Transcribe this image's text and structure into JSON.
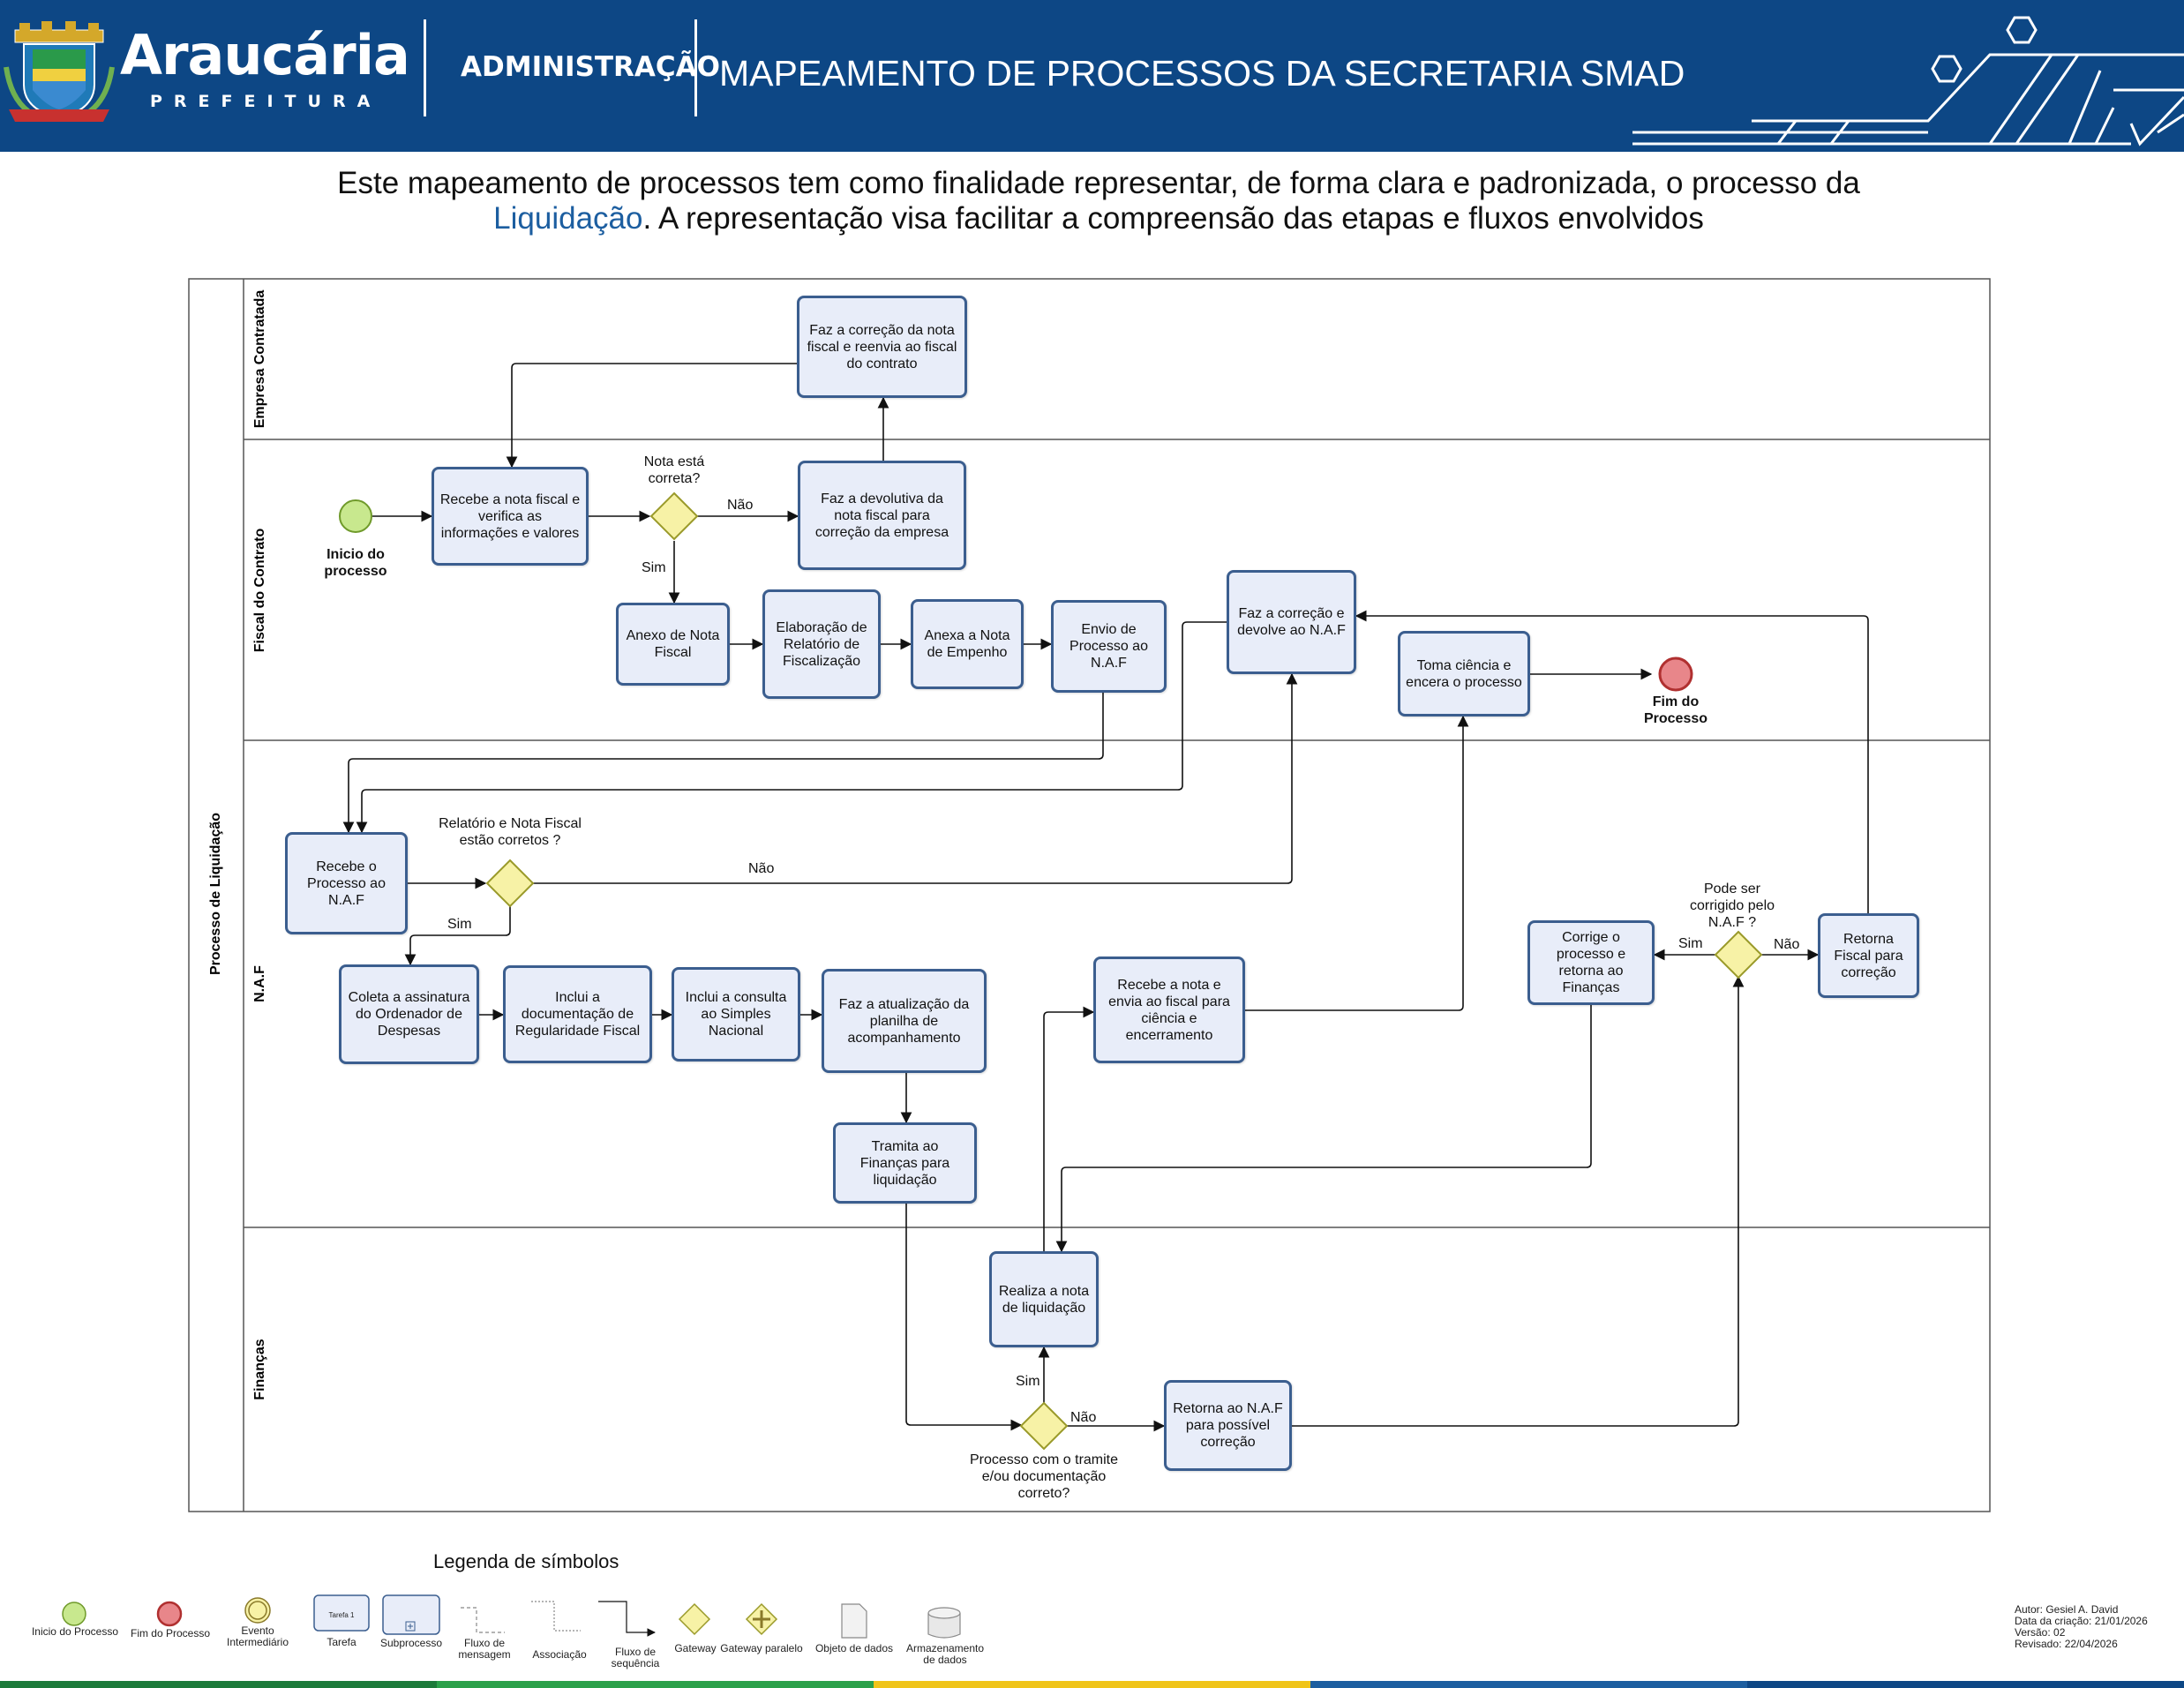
{
  "header": {
    "logo_name": "Araucária",
    "logo_sub": "PREFEITURA",
    "department": "ADMINISTRAÇÃO",
    "title": "MAPEAMENTO DE PROCESSOS DA SECRETARIA SMAD",
    "colors": {
      "band": "#0d4785",
      "text": "#ffffff"
    }
  },
  "intro": {
    "part1": "Este mapeamento de processos tem como finalidade representar, de forma clara e padronizada, o processo da",
    "highlight": "Liquidação",
    "part2": ". A representação visa facilitar a compreensão das etapas e fluxos envolvidos"
  },
  "pool": {
    "name": "Processo de Liquidação",
    "lanes": [
      "Empresa  Contratada",
      "Fiscal do Contrato",
      "N.A.F",
      "Finanças"
    ]
  },
  "tasks": {
    "t_correcao_nota": "Faz a correção da nota fiscal e reenvia ao fiscal do contrato",
    "t_recebe_nota": "Recebe a nota fiscal e verifica as informações e valores",
    "t_devolutiva": "Faz a devolutiva da nota fiscal para correção da empresa",
    "t_anexo_nota": "Anexo de Nota Fiscal",
    "t_elaboracao": "Elaboração de Relatório de Fiscalização",
    "t_anexa_empenho": "Anexa a Nota de Empenho",
    "t_envio_naf": "Envio de Processo ao N.A.F",
    "t_correcao_devolve": "Faz a correção e devolve ao N.A.F",
    "t_toma_ciencia": "Toma ciência e encera o processo",
    "t_recebe_processo": "Recebe o Processo ao N.A.F",
    "t_coleta": "Coleta a assinatura do Ordenador de Despesas",
    "t_inclui_doc": "Inclui a documentação de Regularidade Fiscal",
    "t_inclui_consulta": "Inclui a consulta ao Simples Nacional",
    "t_atualizacao": "Faz a atualização da planilha de acompanhamento",
    "t_tramita": "Tramita ao Finanças para liquidação",
    "t_recebe_envia": "Recebe a nota e envia ao fiscal para ciência e encerramento",
    "t_corrige": "Corrige o processo e retorna ao Finanças",
    "t_retorna_fiscal": "Retorna Fiscal para correção",
    "t_realiza": "Realiza a nota de liquidação",
    "t_retorna_naf": "Retorna ao N.A.F para possível correção"
  },
  "events": {
    "start": "Inicio do processo",
    "end": "Fim do Processo"
  },
  "gateways": {
    "g1": "Nota está correta?",
    "g2": "Relatório e Nota Fiscal estão corretos ?",
    "g3": "Pode ser corrigido pelo N.A.F ?",
    "g4": "Processo com o tramite e/ou documentação correto?"
  },
  "flow_labels": {
    "nao": "Não",
    "sim": "Sim"
  },
  "legend": {
    "title": "Legenda de símbolos",
    "items": {
      "inicio": "Inicio do Processo",
      "fim": "Fim do Processo",
      "evento": "Evento Intermediário",
      "tarefa": "Tarefa",
      "tarefa_inner": "Tarefa 1",
      "subprocesso": "Subprocesso",
      "fluxo_mensagem": "Fluxo de mensagem",
      "associacao": "Associação",
      "fluxo_sequencia": "Fluxo de sequência",
      "gateway": "Gateway",
      "gateway_paralelo": "Gateway paralelo",
      "objeto": "Objeto de dados",
      "armazenamento": "Armazenamento de dados"
    }
  },
  "meta": {
    "autor": "Autor: Gesiel A. David",
    "criacao": "Data da criação: 21/01/2026",
    "versao": "Versão: 02",
    "revisado": "Revisado: 22/04/2026"
  },
  "colors": {
    "task_fill": "#e8edf9",
    "task_border": "#3b5e8f",
    "start": "#c8e88e",
    "end": "#e8868a",
    "gateway": "#f7f2a6",
    "footer": [
      "#1c7a3a",
      "#2ba14a",
      "#f0c419",
      "#1c5ea0",
      "#0d4785"
    ]
  }
}
